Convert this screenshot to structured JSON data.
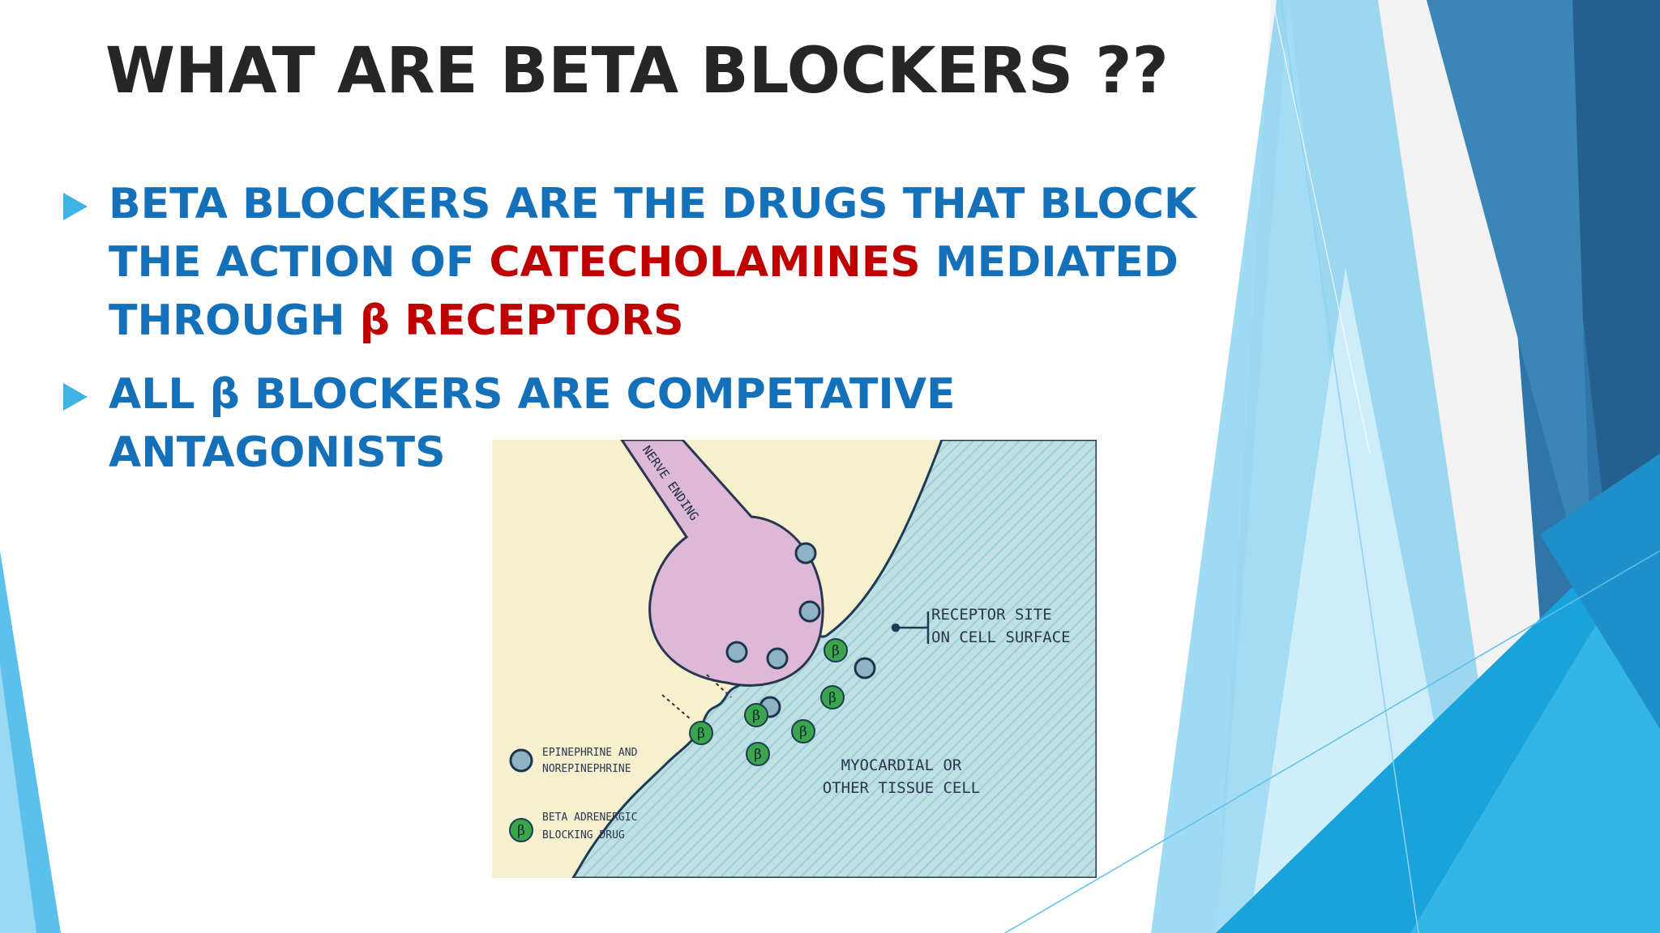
{
  "slide": {
    "title": "WHAT ARE BETA BLOCKERS ??",
    "bullets": [
      {
        "line1": "BETA BLOCKERS ARE THE DRUGS THAT BLOCK",
        "line2_pre": "THE ACTION OF ",
        "line2_accent": "CATECHOLAMINES",
        "line2_post": " MEDIATED",
        "line3_pre": "THROUGH ",
        "line3_accent": "β RECEPTORS"
      },
      {
        "line1": "ALL β BLOCKERS ARE COMPETATIVE",
        "line2": "ANTAGONISTS"
      }
    ]
  },
  "diagram": {
    "nerve_label": "NERVE ENDING",
    "receptor_label_1": "RECEPTOR SITE",
    "receptor_label_2": "ON CELL SURFACE",
    "tissue_label_1": "MYOCARDIAL OR",
    "tissue_label_2": "OTHER TISSUE CELL",
    "legend_1_line1": "EPINEPHRINE AND",
    "legend_1_line2": "NOREPINEPHRINE",
    "legend_2_line1": "BETA ADRENERGIC",
    "legend_2_line2": "BLOCKING DRUG",
    "beta_symbol": "β"
  },
  "colors": {
    "title": "#262626",
    "bullet_text": "#1470b8",
    "accent_red": "#c00000",
    "bullet_arrow": "#3fb3e6"
  }
}
